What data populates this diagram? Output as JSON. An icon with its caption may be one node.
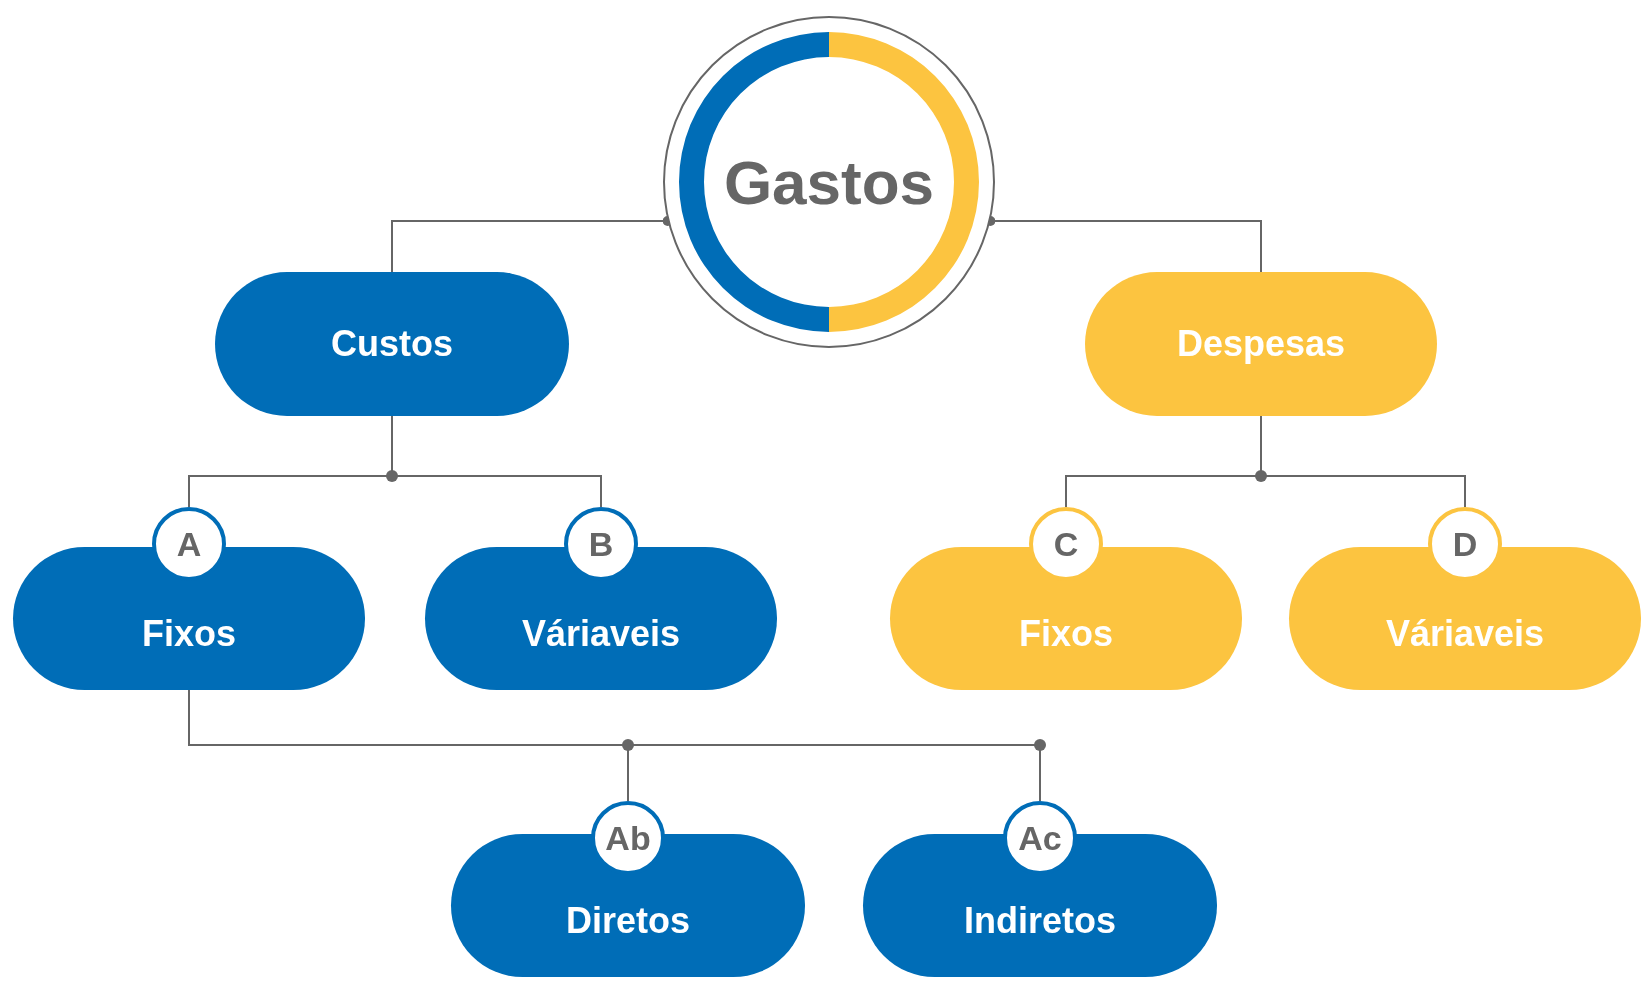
{
  "diagram": {
    "nodes": [
      {
        "text": [
          "Gastos"
        ]
      },
      {
        "text": [
          "Custos"
        ]
      },
      {
        "text": [
          "Despesas"
        ]
      },
      {
        "text": [
          "A",
          "Fixos"
        ]
      },
      {
        "text": [
          "B",
          "Váriaveis"
        ]
      },
      {
        "text": [
          "C",
          "Fixos"
        ]
      },
      {
        "text": [
          "D",
          "Váriaveis"
        ]
      },
      {
        "text": [
          "Ab",
          "Diretos"
        ]
      },
      {
        "text": [
          "Ac",
          "Indiretos"
        ]
      }
    ],
    "edges": [
      {
        "from": 0,
        "to": 1,
        "arrow": "other"
      },
      {
        "from": 0,
        "to": 2,
        "arrow": "other"
      },
      {
        "from": 1,
        "to": 3,
        "arrow": "none"
      },
      {
        "from": 1,
        "to": 4,
        "arrow": "none"
      },
      {
        "from": 2,
        "to": 5,
        "arrow": "none"
      },
      {
        "from": 2,
        "to": 6,
        "arrow": "none"
      },
      {
        "from": 3,
        "to": 7,
        "arrow": "none"
      },
      {
        "from": 3,
        "to": 8,
        "arrow": "none"
      }
    ]
  }
}
